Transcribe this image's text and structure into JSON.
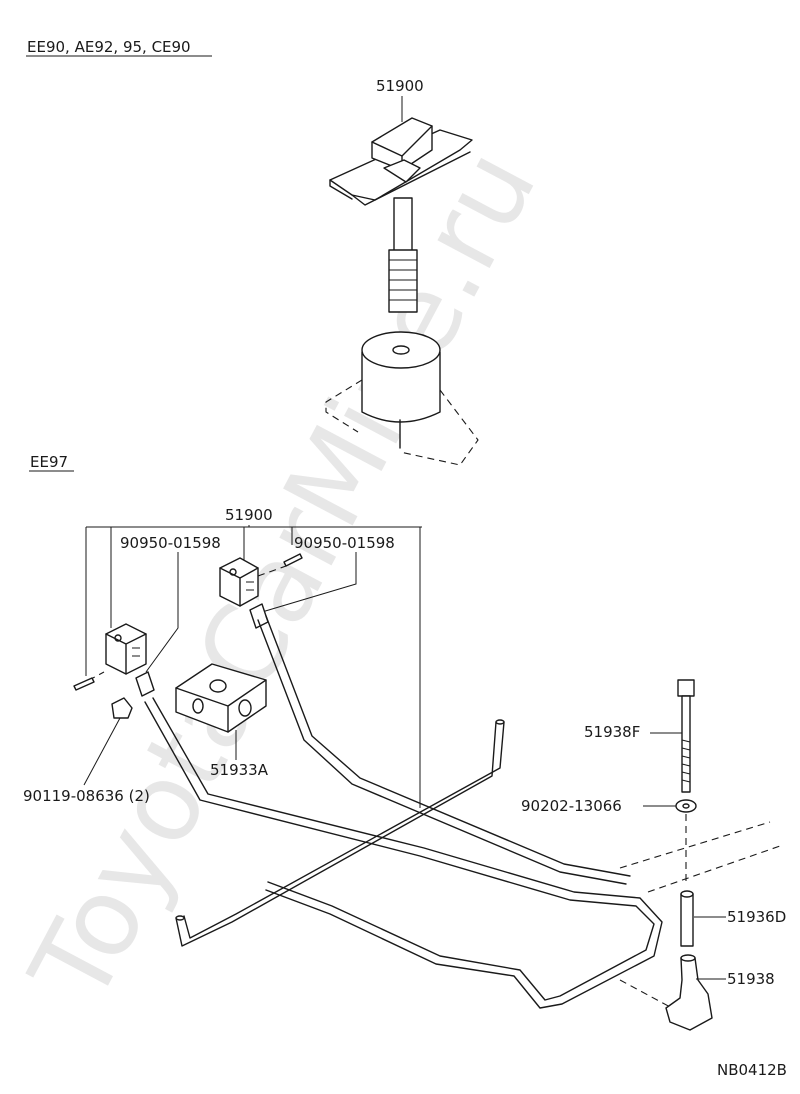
{
  "variants": {
    "top_header": "EE90, AE92, 95, CE90",
    "bottom_header": "EE97"
  },
  "parts": {
    "jack_top": "51900",
    "jack_bottom": "51900",
    "stopper_left": "90950-01598",
    "stopper_right": "90950-01598",
    "bracket": "51933A",
    "bolt_left": "90119-08636 (2)",
    "hook_bolt": "51938F",
    "washer": "90202-13066",
    "spacer": "51936D",
    "hook": "51938"
  },
  "figure_code": "NB0412B",
  "watermark": "ToyotaCarMine.ru"
}
